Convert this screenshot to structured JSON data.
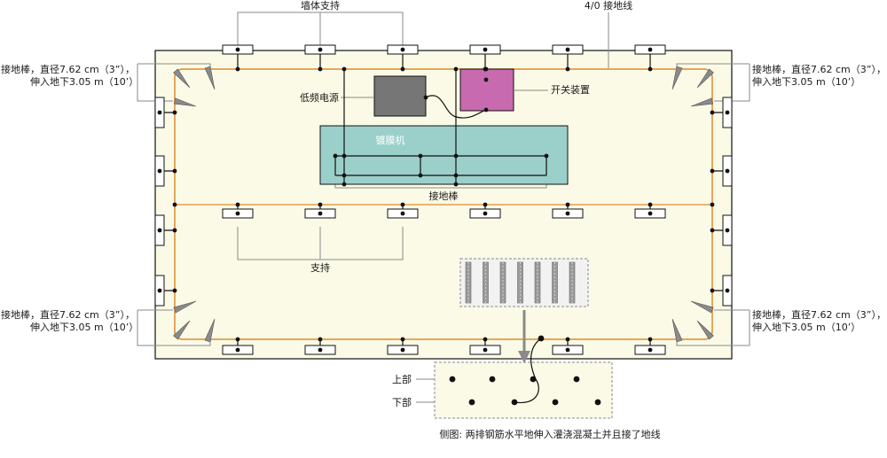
{
  "labels": {
    "wall_support": "墙体支持",
    "ground_wire": "4/0 接地线",
    "rod_line1": "接地棒，直径7.62 cm（3”），",
    "rod_line2": "伸入地下3.05 m（10’）",
    "lf_power": "低频电源",
    "switchgear": "开关装置",
    "coating_machine": "镀膜机",
    "ground_rod": "接地棒",
    "support": "支持",
    "upper": "上部",
    "lower": "下部",
    "side_view": "侧图:   两排钢筋水平地伸入灌浇混凝土并且接了地线"
  },
  "colors": {
    "floor": "#fafae6",
    "ground_wire": "#e08a2c",
    "lf_power": "#767676",
    "switchgear": "#c76aaf",
    "coating_machine": "#96cdc8",
    "rod": "#8a8a8a",
    "wire": "#111111",
    "leader": "#8a8a8a"
  },
  "icons": {
    "ground_rod": "ground-rod-icon",
    "support_pad": "support-pad-icon",
    "rebar": "rebar-icon"
  }
}
